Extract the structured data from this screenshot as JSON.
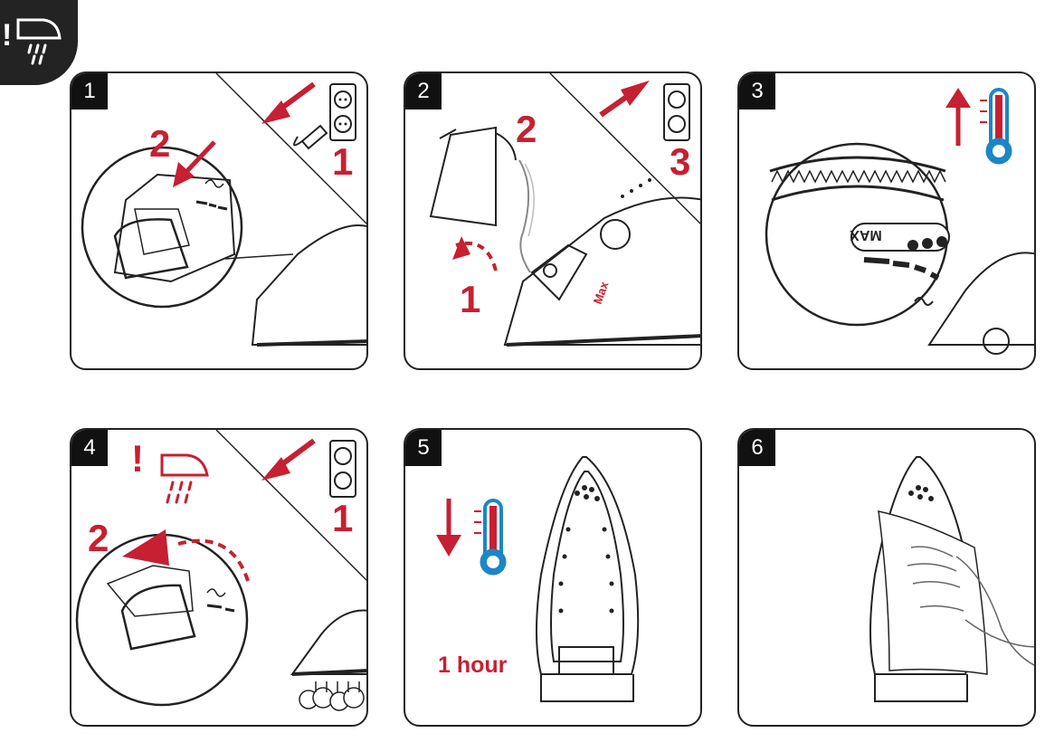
{
  "corner_icon": {
    "name": "anti-calc-warning-icon",
    "label": "!"
  },
  "colors": {
    "accent_red": "#c62032",
    "ink": "#222222",
    "thermo_blue": "#1d86c6"
  },
  "steps": [
    {
      "number": "1",
      "callouts": [
        "2",
        "1"
      ]
    },
    {
      "number": "2",
      "callouts": [
        "2",
        "3",
        "1"
      ],
      "tank_label": "Max"
    },
    {
      "number": "3",
      "dial_label": "MAX"
    },
    {
      "number": "4",
      "callouts": [
        "!",
        "2",
        "1"
      ]
    },
    {
      "number": "5",
      "duration": "1 hour"
    },
    {
      "number": "6"
    }
  ]
}
